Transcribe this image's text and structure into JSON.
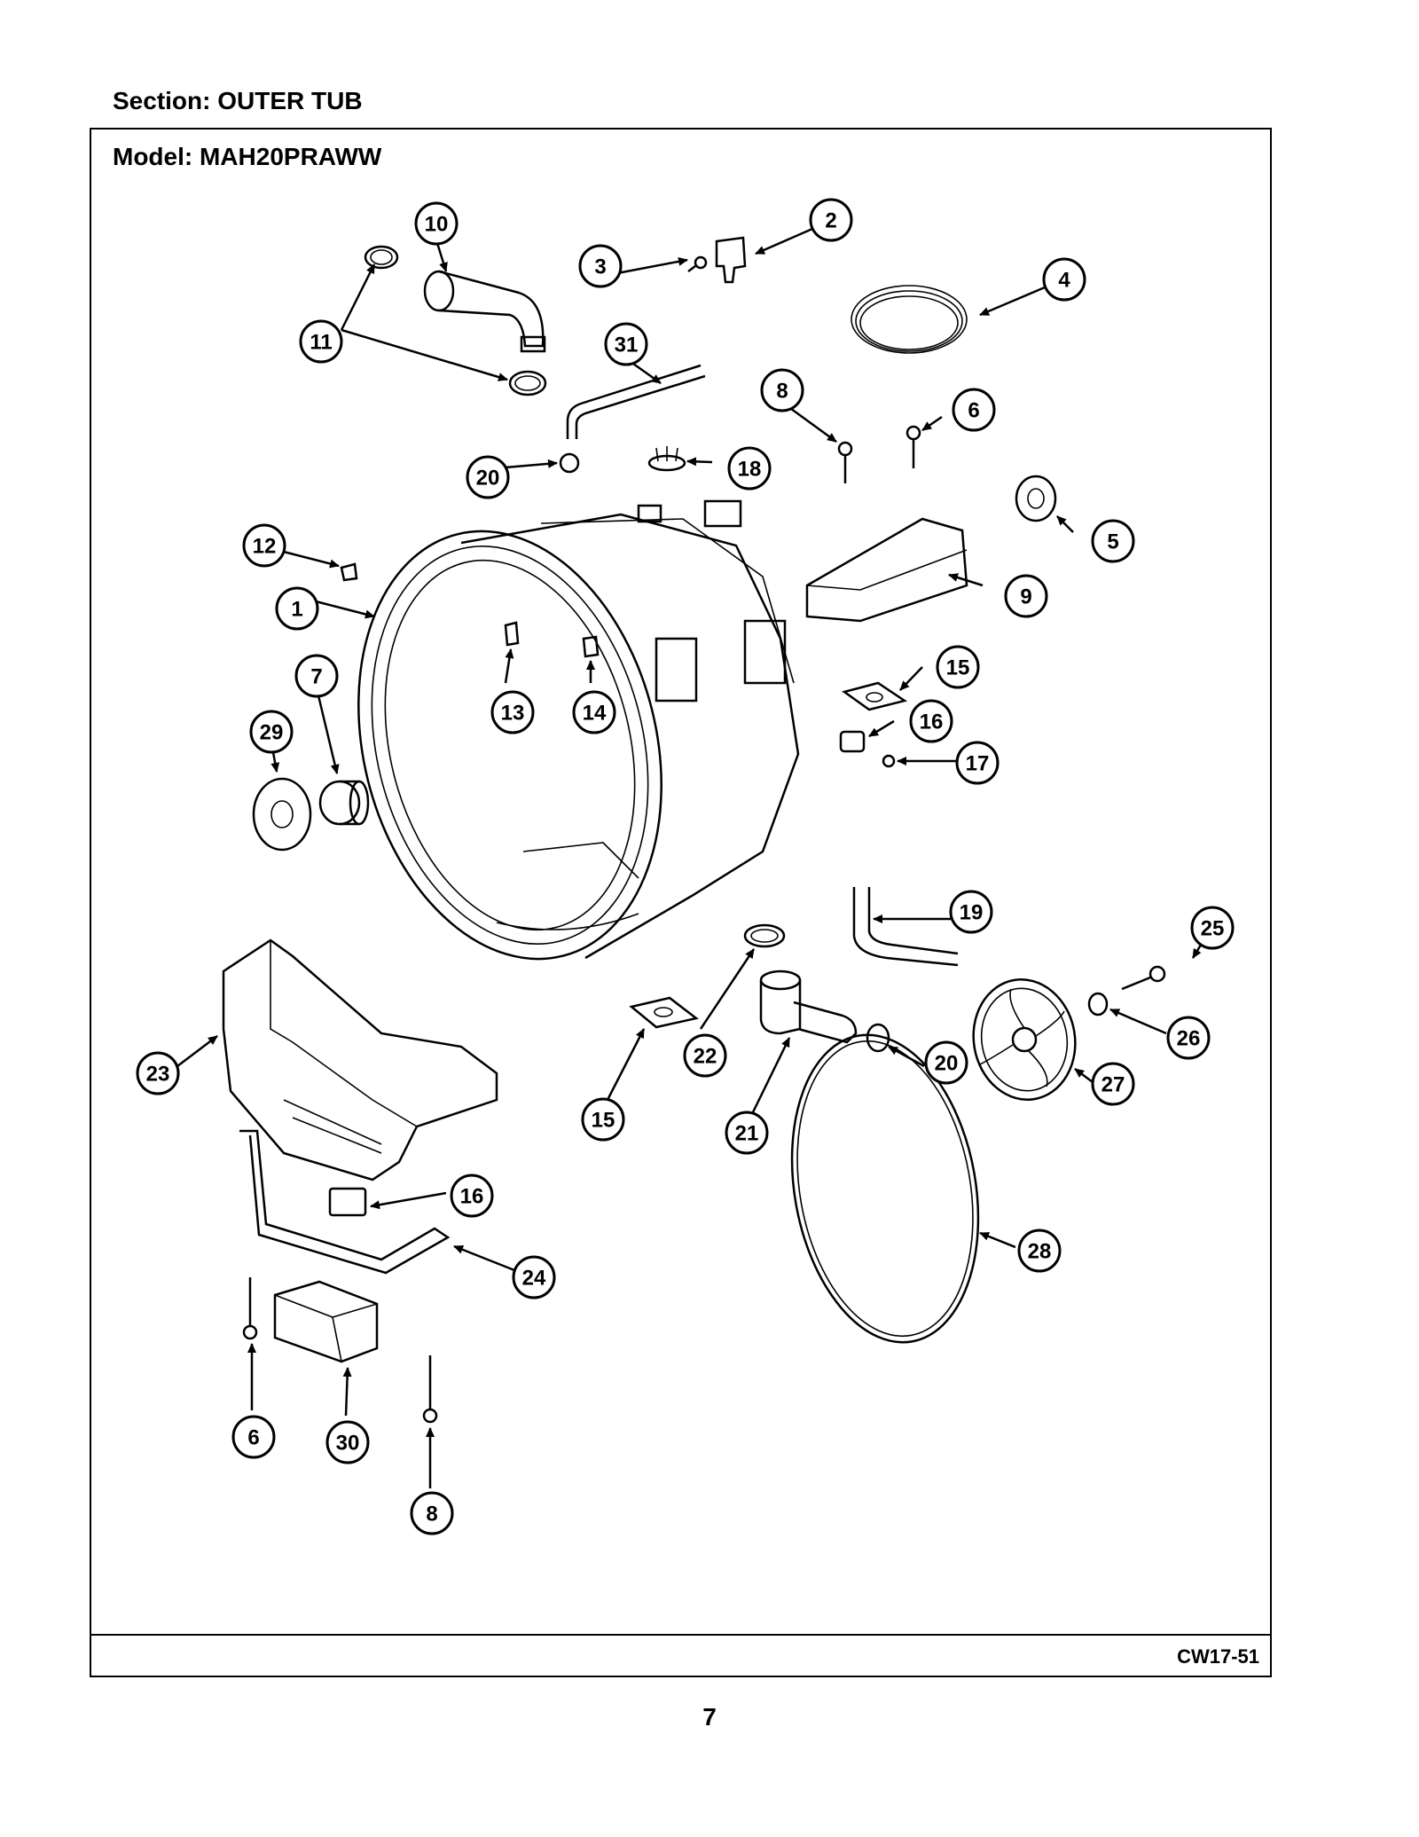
{
  "header": {
    "section": "Section:  OUTER TUB",
    "model": "Model:  MAH20PRAWW"
  },
  "footer": {
    "code": "CW17-51",
    "page_number": "7"
  },
  "callouts": [
    "10",
    "2",
    "3",
    "4",
    "11",
    "31",
    "8",
    "6",
    "20",
    "18",
    "5",
    "12",
    "9",
    "1",
    "15",
    "13",
    "14",
    "16",
    "7",
    "17",
    "29",
    "19",
    "25",
    "23",
    "22",
    "20",
    "26",
    "21",
    "27",
    "15",
    "16",
    "28",
    "24",
    "6",
    "30",
    "8"
  ]
}
